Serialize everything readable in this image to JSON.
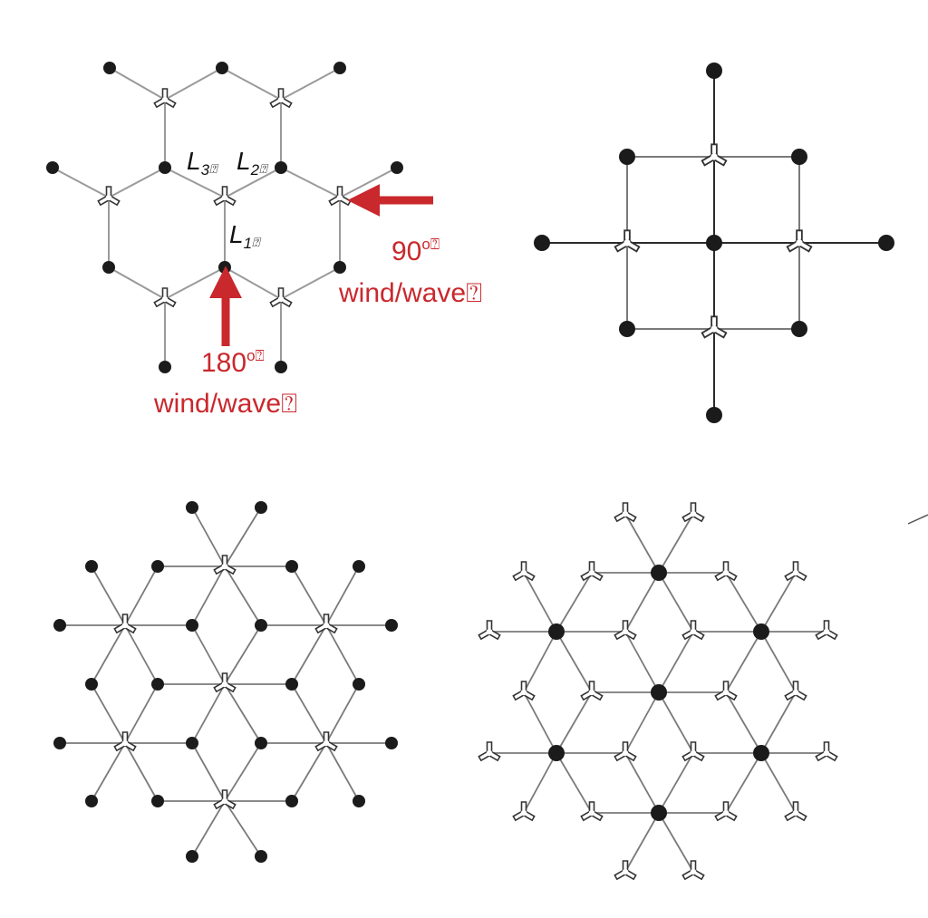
{
  "colors": {
    "node": "#1b1b1b",
    "edge_gray": "#9a9a9a",
    "edge_dark": "#2a2a2a",
    "turbine_stroke": "#333333",
    "arrow": "#c9282d",
    "label_red": "#c9282d",
    "label_black": "#111111"
  },
  "labels": {
    "l3": {
      "main": "L",
      "sub": "3",
      "box": "⍰"
    },
    "l2": {
      "main": "L",
      "sub": "2",
      "box": "⍰"
    },
    "l1": {
      "main": "L",
      "sub": "1",
      "box": "⍰"
    },
    "wind90": {
      "angle": "90",
      "deg": "o⍰",
      "text": "wind/wave⍰"
    },
    "wind180": {
      "angle": "180",
      "deg": "o⍰",
      "text": "wind/wave⍰"
    }
  },
  "panels": [
    "hexagonal-layout",
    "square-layout",
    "triangular-layout-nodes",
    "triangular-layout-turbines"
  ]
}
